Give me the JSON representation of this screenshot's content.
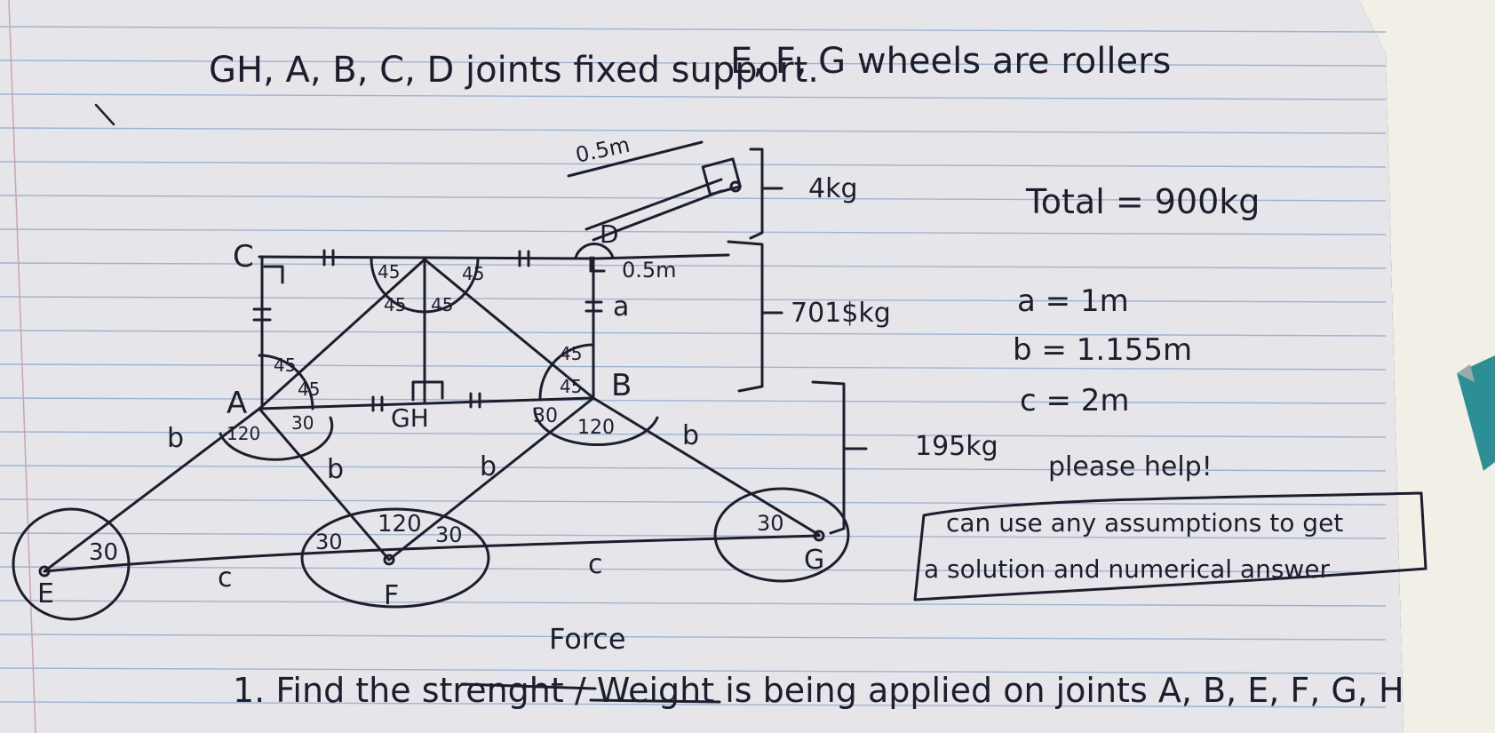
{
  "header_note": "GH, A, B, C, D joints fixed support.",
  "header_note_2": "E, F, G wheels are rollers",
  "joints": {
    "C": "C",
    "D": "D",
    "A": "A",
    "B": "B",
    "GH": "GH",
    "E": "E",
    "F": "F",
    "G": "G"
  },
  "members": {
    "b_left_outer": "b",
    "b_left_inner": "b",
    "b_center": "b",
    "b_right": "b",
    "a": "a",
    "c_left": "c",
    "c_right": "c"
  },
  "dimensions": {
    "arm_length": "0.5m",
    "top_length": "0.5m"
  },
  "angles": {
    "top_left_1": "45",
    "top_left_2": "45",
    "top_right_1": "45",
    "top_right_2": "45",
    "A_top": "45",
    "A_mid": "45",
    "A_left": "120",
    "A_right": "30",
    "B_top": "45",
    "B_mid": "45",
    "B_left": "30",
    "B_right": "120",
    "E": "30",
    "F_left": "30",
    "F_mid": "120",
    "F_right": "30",
    "G": "30"
  },
  "weights": {
    "arm": "4kg",
    "frame": "701$kg",
    "base": "195kg"
  },
  "totals": {
    "total": "Total = 900kg",
    "a": "a = 1m",
    "b": "b = 1.155m",
    "c": "c = 2m"
  },
  "help": {
    "please_help": "please help!",
    "line1": "can use any assumptions to get",
    "line2": "a solution and numerical answer"
  },
  "question": {
    "correction": "Force",
    "text": "1. Find the strenght / Weight is being applied on joints A, B, E, F, G, H"
  },
  "colors": {
    "paper": "#e6e6ea",
    "rule_line": "#9fb3cf",
    "margin_line": "#c9a3b3",
    "ink": "#1e1d2e",
    "pen": "#2b8f95"
  }
}
